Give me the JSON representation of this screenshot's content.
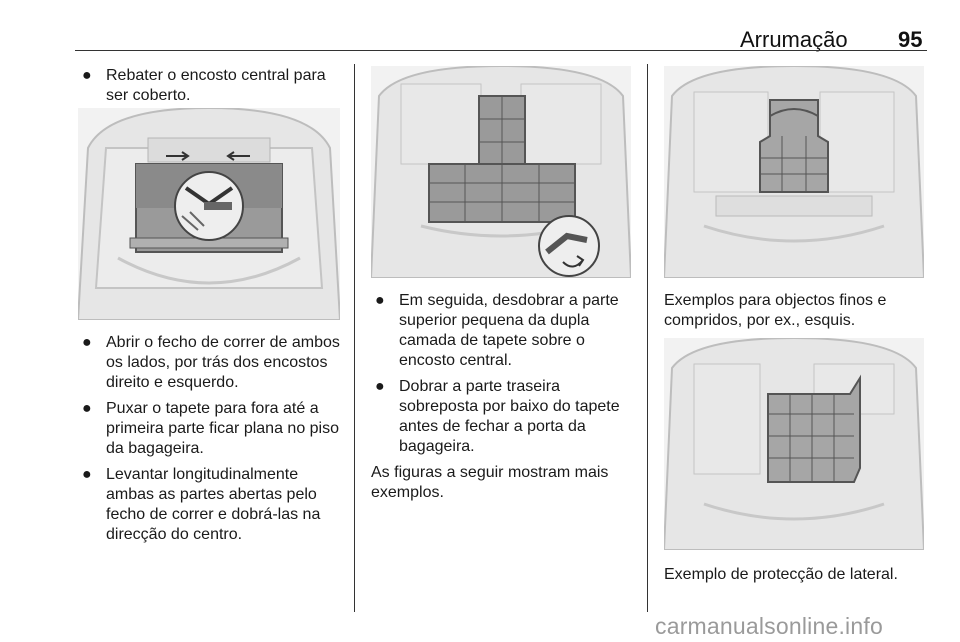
{
  "header": {
    "title": "Arrumação",
    "page_number": "95"
  },
  "column1": {
    "intro_bullet": "Rebater o encosto central para ser coberto.",
    "bullets": [
      "Abrir o fecho de correr de ambos os lados, por trás dos encostos direito e esquerdo.",
      "Puxar o tapete para fora até a primeira parte ficar plana no piso da bagageira.",
      "Levantar longitudinalmente ambas as partes abertas pelo fecho de correr e dobrá-las na direcção do centro."
    ]
  },
  "column2": {
    "bullets": [
      "Em seguida, desdobrar a parte superior pequena da dupla camada de tapete sobre o encosto central.",
      "Dobrar a parte traseira sobreposta por baixo do tapete antes de fechar a porta da bagageira."
    ],
    "paragraph": "As figuras a seguir mostram mais exemplos."
  },
  "column3": {
    "caption1": "Exemplos para objectos finos e compridos, por ex., esquis.",
    "caption2": "Exemplo de protecção de lateral."
  },
  "bullet_glyph": "●",
  "watermark": "carmanualsonline.info"
}
